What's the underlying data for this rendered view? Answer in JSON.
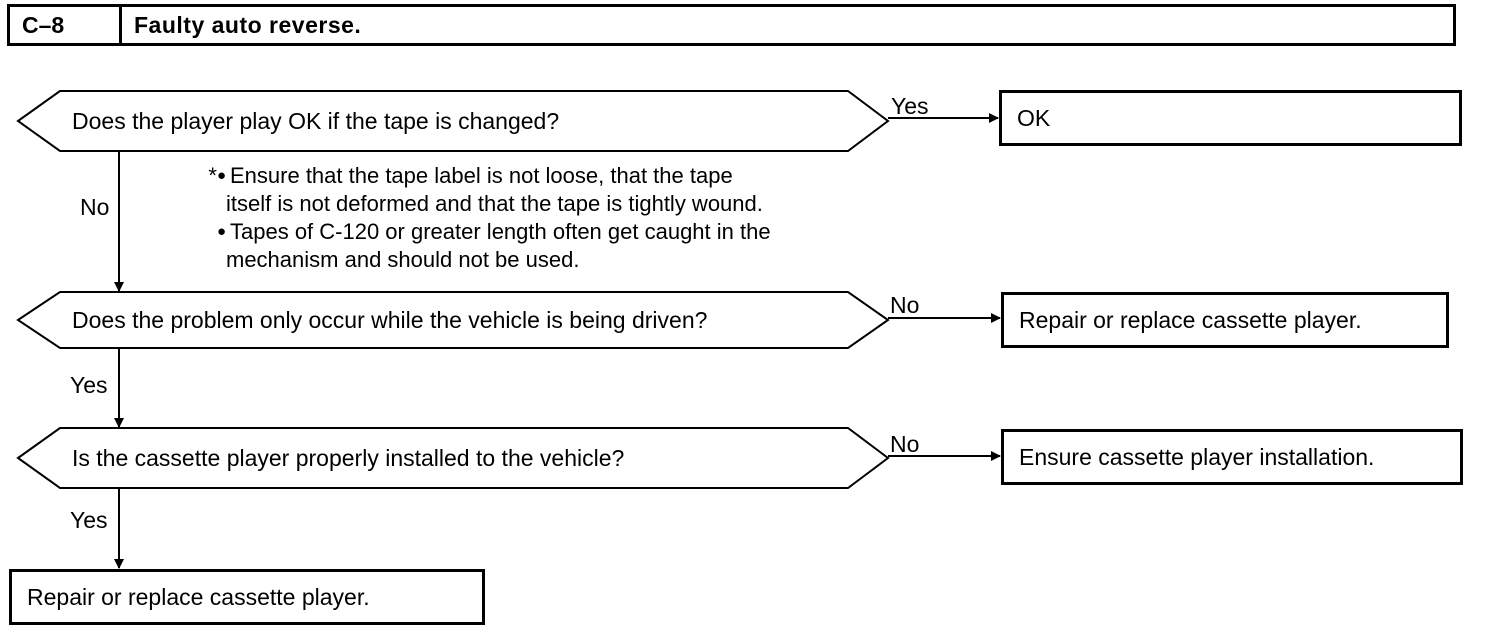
{
  "header": {
    "code": "C–8",
    "title": "Faulty auto reverse."
  },
  "questions": [
    {
      "text": "Does the player play OK if the tape is changed?"
    },
    {
      "text": "Does the problem only occur while the vehicle is being driven?"
    },
    {
      "text": "Is the cassette player properly installed to the vehicle?"
    }
  ],
  "branch_labels": {
    "q1_right": "Yes",
    "q1_down": "No",
    "q2_right": "No",
    "q2_down": "Yes",
    "q3_right": "No",
    "q3_down": "Yes"
  },
  "results": {
    "ok": "OK",
    "repair_1": "Repair or replace cassette player.",
    "ensure_install": "Ensure cassette player installation.",
    "repair_2": "Repair or replace cassette player."
  },
  "note": {
    "marker": "*",
    "bullet": "●",
    "line1": "Ensure that the tape label is not loose, that the tape",
    "line2": "itself is not deformed and that the tape is tightly wound.",
    "line3": "Tapes of C-120 or greater length often get caught in the",
    "line4": "mechanism and should not be used."
  }
}
